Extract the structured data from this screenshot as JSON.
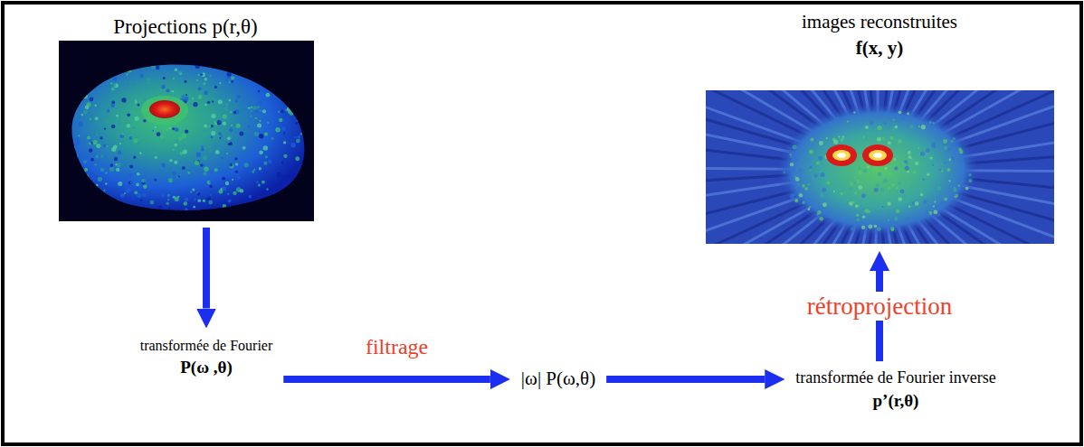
{
  "diagram": {
    "nodes": [
      {
        "text": [
          "Projections p(r,θ)"
        ]
      },
      {
        "text": [
          "transformée de Fourier",
          "P(ω ,θ)"
        ]
      },
      {
        "text": [
          "|ω| P(ω,θ)"
        ]
      },
      {
        "text": [
          "transformée de Fourier inverse",
          "p’(r,θ)"
        ]
      },
      {
        "text": [
          "images reconstruites",
          "f(x, y)"
        ]
      }
    ],
    "edges": [
      {
        "from": 0,
        "to": 1,
        "arrow": "to"
      },
      {
        "from": 1,
        "to": 2,
        "label": "filtrage",
        "arrow": "to"
      },
      {
        "from": 2,
        "to": 3,
        "arrow": "to"
      },
      {
        "from": 3,
        "to": 4,
        "label": "rétroprojection",
        "arrow": "to"
      }
    ]
  }
}
